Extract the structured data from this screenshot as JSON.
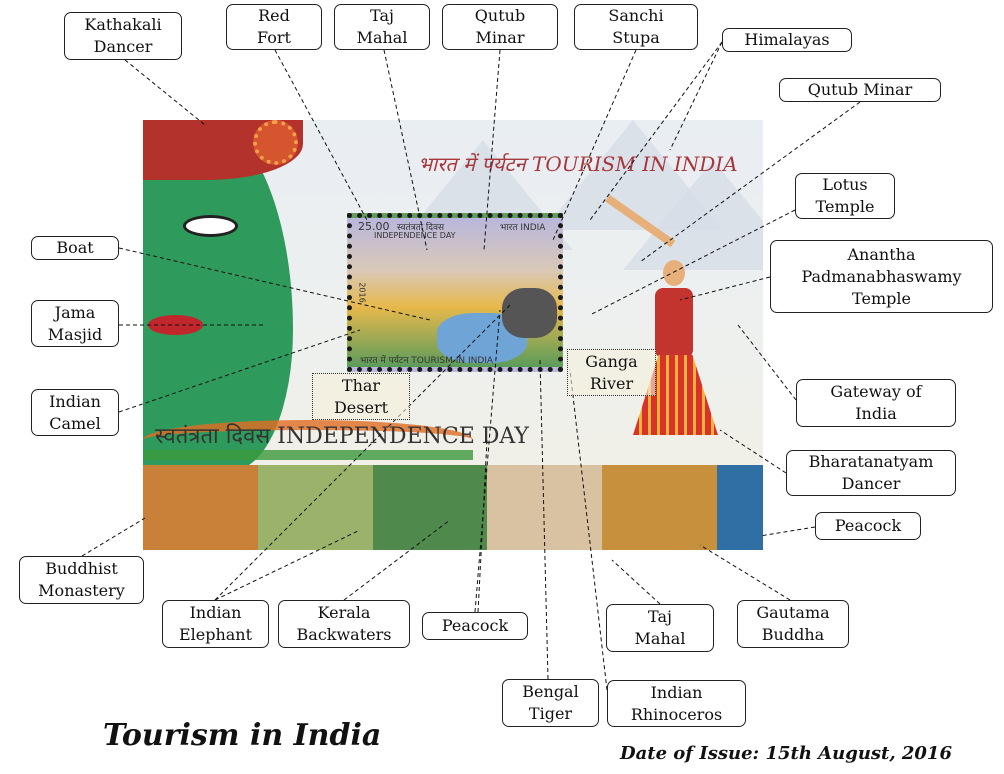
{
  "sheet": {
    "title_top": "भारत में पर्यटन TOURISM IN INDIA",
    "title_mid": "स्वतंत्रता दिवस INDEPENDENCE DAY",
    "stamp": {
      "value": "25.00",
      "hindi_title": "स्वतंत्रता दिवस",
      "english_title": "INDEPENDENCE DAY",
      "country": "भारत INDIA",
      "year": "2016",
      "bottom_text": "भारत में पर्यटन TOURISM IN INDIA"
    }
  },
  "labels": {
    "kathakali": "Kathakali Dancer",
    "red_fort": "Red Fort",
    "taj_top": "Taj Mahal",
    "qutub_top": "Qutub Minar",
    "sanchi": "Sanchi Stupa",
    "himalayas": "Himalayas",
    "qutub_right": "Qutub Minar",
    "lotus": "Lotus Temple",
    "anantha": "Anantha Padmanabhaswamy Temple",
    "gateway": "Gateway of India",
    "bharatanatyam": "Bharatanatyam Dancer",
    "peacock_right": "Peacock",
    "buddha": "Gautama Buddha",
    "taj_bottom": "Taj Mahal",
    "rhino": "Indian Rhinoceros",
    "tiger": "Bengal Tiger",
    "peacock_bottom": "Peacock",
    "kerala": "Kerala Backwaters",
    "elephant": "Indian Elephant",
    "monastery": "Buddhist Monastery",
    "camel": "Indian Camel",
    "jama": "Jama Masjid",
    "boat": "Boat",
    "thar": "Thar Desert",
    "ganga": "Ganga River"
  },
  "footer": {
    "title": "Tourism in India",
    "date": "Date of Issue: 15th August, 2016"
  },
  "colors": {
    "title_red": "#a8373c",
    "kathakali_green": "#2e9a5c"
  }
}
